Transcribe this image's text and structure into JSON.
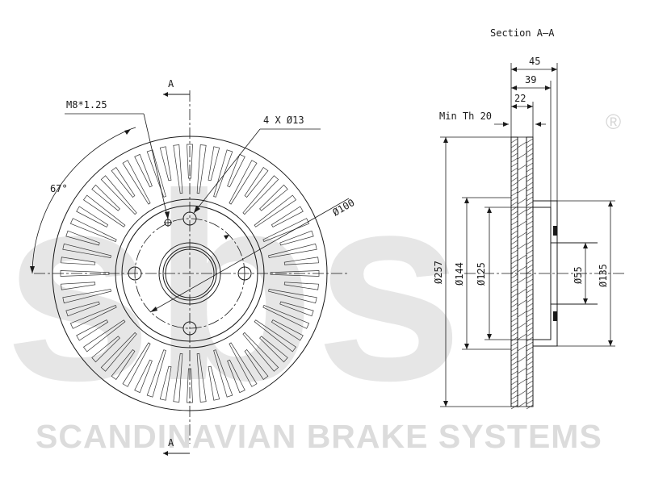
{
  "watermark": {
    "logo": "sbs",
    "registered": "®",
    "company": "SCANDINAVIAN BRAKE SYSTEMS"
  },
  "front_view": {
    "section_marker_top": "A",
    "section_marker_bottom": "A",
    "thread_label": "M8*1.25",
    "holes_label": "4 X Ø13",
    "pcd_label": "Ø100",
    "angle_label": "67°"
  },
  "section_view": {
    "title": "Section A–A",
    "dims": {
      "total_height": "45",
      "hat_height": "39",
      "disc_thickness": "22",
      "min_thickness": "Min Th 20",
      "outer_diameter": "Ø257",
      "inner_friction_diameter": "Ø144",
      "d125": "Ø125",
      "centre_bore": "Ø55",
      "hat_diameter": "Ø135"
    }
  }
}
